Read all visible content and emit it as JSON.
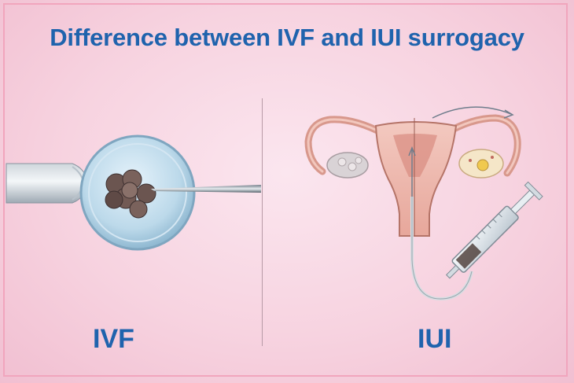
{
  "title": "Difference between IVF and IUI surrogacy",
  "panels": [
    {
      "label": "IVF"
    },
    {
      "label": "IUI"
    }
  ],
  "colors": {
    "title": "#1f63ad",
    "border": "#f1a5bd",
    "background": "#f7d3e0"
  }
}
